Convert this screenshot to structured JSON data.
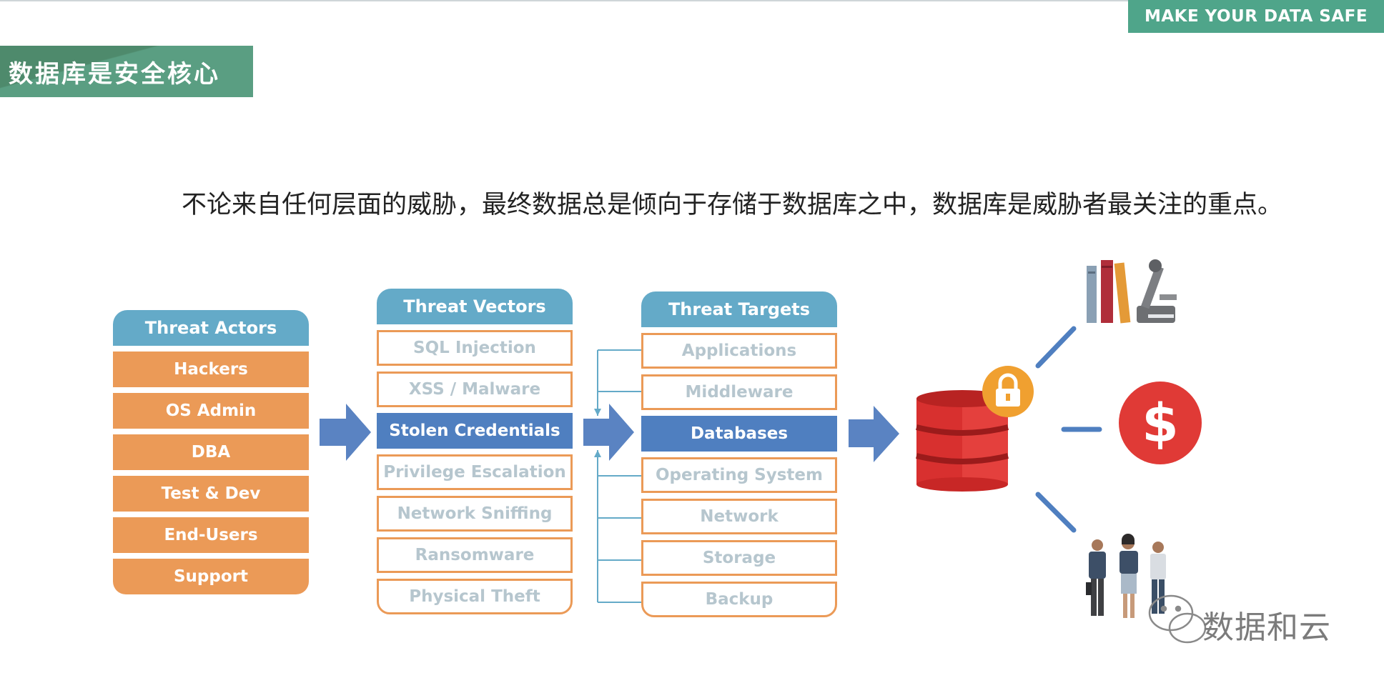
{
  "banner": {
    "text": "MAKE YOUR DATA SAFE"
  },
  "section_title": "数据库是安全核心",
  "subtitle": "不论来自任何层面的威胁，最终数据总是倾向于存储于数据库之中，数据库是威胁者最关注的重点。",
  "threat_actors": {
    "header": "Threat Actors",
    "items": [
      "Hackers",
      "OS Admin",
      "DBA",
      "Test & Dev",
      "End-Users",
      "Support"
    ]
  },
  "threat_vectors": {
    "header": "Threat Vectors",
    "items": [
      "SQL Injection",
      "XSS / Malware",
      "Stolen Credentials",
      "Privilege Escalation",
      "Network Sniffing",
      "Ransomware",
      "Physical Theft"
    ],
    "highlighted": "Stolen Credentials"
  },
  "threat_targets": {
    "header": "Threat Targets",
    "items": [
      "Applications",
      "Middleware",
      "Databases",
      "Operating System",
      "Network",
      "Storage",
      "Backup"
    ],
    "highlighted": "Databases"
  },
  "right_icons": [
    "books-microscope-icon",
    "dollar-icon",
    "people-icon"
  ],
  "watermark": {
    "text": "数据和云"
  },
  "colors": {
    "header_blue": "#64aac8",
    "orange": "#eb9a57",
    "highlight_blue": "#4f7fc0",
    "arrow_blue": "#5a83c2",
    "banner_green": "#4fa58a",
    "db_red": "#d8302f",
    "lock_orange": "#f0a030"
  }
}
